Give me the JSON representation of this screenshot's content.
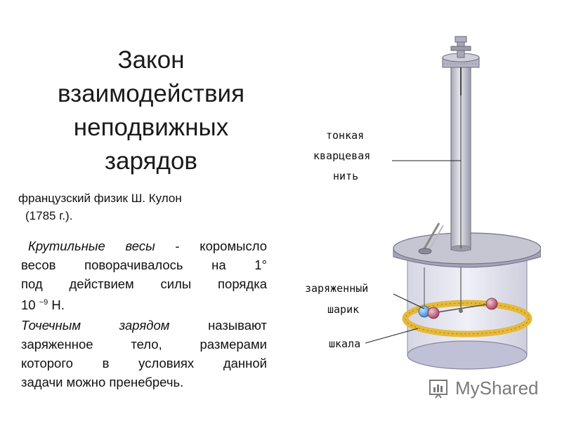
{
  "title": {
    "line1": "Закон",
    "line2": "взаимодействия",
    "line3": "неподвижных",
    "line4": "зарядов"
  },
  "subtitle": {
    "line1": "французский физик Ш. Кулон",
    "line2": "(1785 г.)."
  },
  "para1": {
    "term": "Крутильные весы",
    "text1": " - коромысло",
    "line2": "весов поворачивалось на 1°",
    "line3": "под действием силы порядка",
    "base": "10",
    "exp": "−9",
    "unit": " Н."
  },
  "para2": {
    "start": "Точечным",
    "term": "зарядом",
    "text1": "называют",
    "line2": "заряженное тело, размерами",
    "line3": "которого в условиях данной",
    "line4": "задачи можно пренебречь."
  },
  "diagram": {
    "label_thread": [
      "тонкая",
      "кварцевая",
      "нить"
    ],
    "label_ball": [
      "заряженный",
      "шарик"
    ],
    "label_scale": "шкала"
  },
  "watermark": {
    "text": "MyShared"
  },
  "colors": {
    "scale_ring": "#e6b93a",
    "ball_blue": "#3c82c4",
    "ball_red": "#b0405a",
    "cylinder": "#d8d8e8",
    "column": "#c8c8d0"
  }
}
